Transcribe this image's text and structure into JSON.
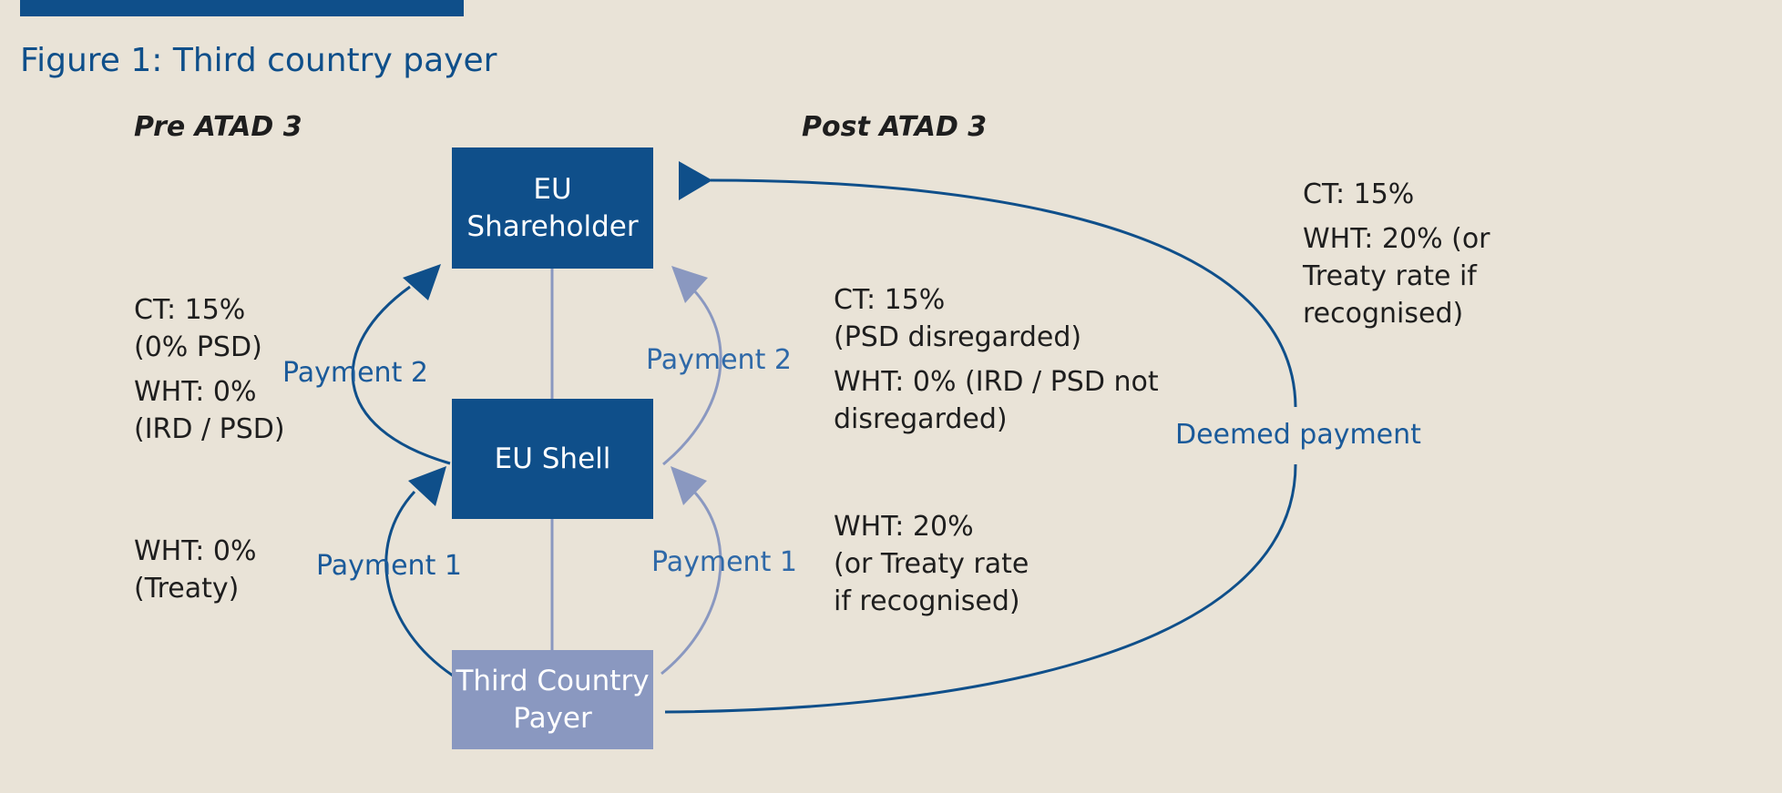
{
  "figure": {
    "title": "Figure 1: Third country payer"
  },
  "sections": {
    "pre": "Pre ATAD 3",
    "post": "Post ATAD 3"
  },
  "boxes": {
    "shareholder": [
      "EU",
      "Shareholder"
    ],
    "shell": [
      "EU Shell"
    ],
    "payer": [
      "Third Country",
      "Payer"
    ]
  },
  "pre_notes": {
    "payment2": [
      "CT: 15%",
      "(0% PSD)",
      "WHT: 0%",
      "(IRD / PSD)"
    ],
    "payment1": [
      "WHT: 0%",
      "(Treaty)"
    ]
  },
  "post_notes": {
    "payment2": [
      "CT: 15%",
      "(PSD disregarded)",
      "WHT: 0% (IRD / PSD not",
      "disregarded)"
    ],
    "payment1": [
      "WHT: 20%",
      "(or Treaty rate",
      "if recognised)"
    ],
    "deemed": [
      "CT: 15%",
      "WHT: 20% (or",
      "Treaty rate if",
      "recognised)"
    ]
  },
  "labels": {
    "pre_payment2": "Payment 2",
    "pre_payment1": "Payment 1",
    "post_payment2": "Payment 2",
    "post_payment1": "Payment 1",
    "deemed_payment": "Deemed payment"
  },
  "colors": {
    "background": "#e9e3d7",
    "dark_blue": "#0f4f8a",
    "light_blue": "#8a98c0",
    "text": "#1e1e1e"
  }
}
